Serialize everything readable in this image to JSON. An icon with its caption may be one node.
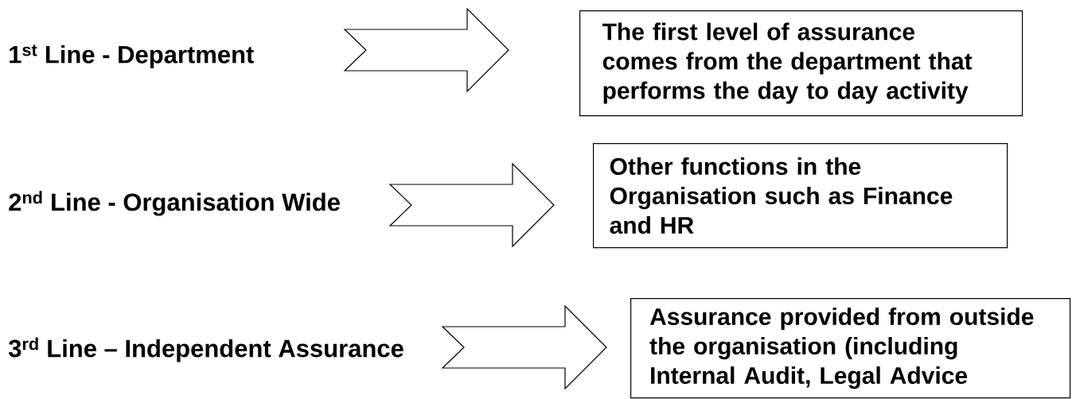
{
  "diagram": {
    "nodes": [
      {
        "text": [
          "1$^{st}$ Line - Department"
        ]
      },
      {
        "text": [
          "2$^{nd}$ Line - Organisation Wide"
        ]
      },
      {
        "text": [
          "3$^{rd}$ Line – Independent Assurance"
        ]
      },
      {
        "text": [
          "The first level of assurance comes from the department that performs the day to day activity"
        ]
      },
      {
        "text": [
          "Other functions in the Organisation such as Finance and HR"
        ]
      },
      {
        "text": [
          "Assurance provided from outside the organisation (including Internal Audit, Legal Advice"
        ]
      }
    ],
    "edges": [
      {
        "from": 0,
        "to": 3,
        "arrow": "to"
      },
      {
        "from": 1,
        "to": 4,
        "arrow": "to"
      },
      {
        "from": 2,
        "to": 5,
        "arrow": "to"
      }
    ]
  }
}
